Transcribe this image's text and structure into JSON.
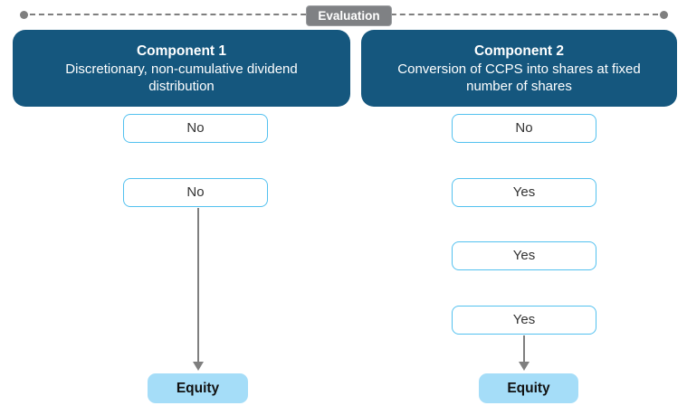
{
  "banner": {
    "label": "Evaluation"
  },
  "columns": [
    {
      "header": {
        "title": "Component 1",
        "description": "Discretionary, non-cumulative dividend distribution"
      },
      "answers": [
        "No",
        "No"
      ],
      "result": "Equity"
    },
    {
      "header": {
        "title": "Component 2",
        "description": "Conversion of CCPS into shares at fixed number of shares"
      },
      "answers": [
        "No",
        "Yes",
        "Yes",
        "Yes"
      ],
      "result": "Equity"
    }
  ],
  "colors": {
    "header_bg": "#15577e",
    "answer_border": "#53c1ef",
    "result_bg": "#a5ddf8",
    "connector_gray": "#7f7f7f",
    "banner_bg": "#7f8184"
  }
}
